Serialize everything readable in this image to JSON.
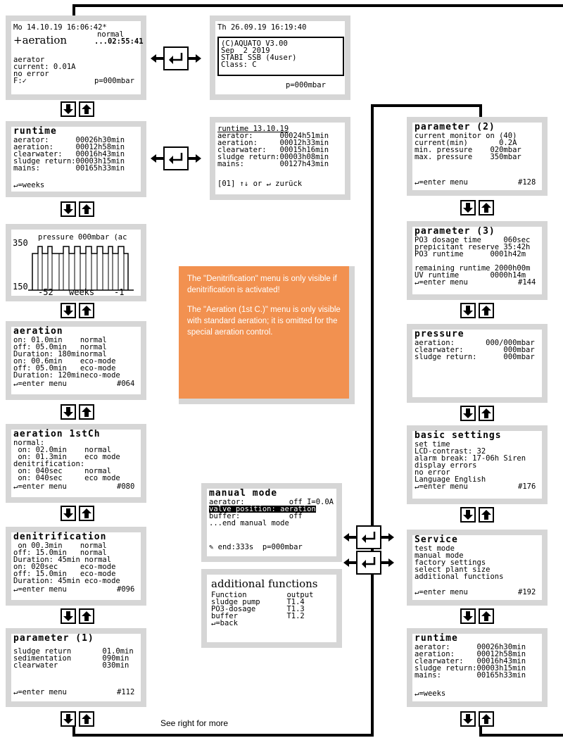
{
  "screens": {
    "main": [
      "Mo 14.10.19 16:06:42*",
      "normal",
      "...02:55:41",
      "aerator",
      "current: 0.01A",
      "no error",
      "F:✓",
      "p=000mbar"
    ],
    "main_title": "+aeration",
    "info": [
      "Th 26.09.19 16:19:40",
      "(C)AQUATO V3.00",
      "Sep  2 2019",
      "STABI SSB (4user)",
      "Class: C",
      "p=000mbar"
    ],
    "runtime1": {
      "title": "runtime",
      "lines": [
        "aerator:      00026h30min",
        "aeration:     00012h58min",
        "clearwater:   00016h43min",
        "sludge return:00003h15min",
        "mains:        00165h33min"
      ],
      "footer": "↵=weeks"
    },
    "runtime_hist": {
      "title": "runtime 13.10.19",
      "lines": [
        "aerator:      00024h51min",
        "aeration:     00012h33min",
        "clearwater:   00015h16min",
        "sludge return:00003h08min",
        "mains:        00127h43min"
      ],
      "footer": "[01] ↑↓ or ↵ zurück"
    },
    "pressure_chart": {
      "top": "350",
      "bottom": "150",
      "label": "pressure 000mbar (ac",
      "xleft": "-52",
      "xmid": "weeks",
      "xright": "-1"
    },
    "aeration": {
      "title": "aeration",
      "lines": [
        "on: 01.0min    normal",
        "off: 05.0min   normal",
        "Duration: 180minormal",
        "on: 00.6min    eco-mode",
        "off: 05.0min   eco-mode",
        "Duration: 120mineco-mode"
      ],
      "footer_l": "↵=enter menu",
      "footer_r": "#064"
    },
    "aeration1st": {
      "title": "aeration 1stCh",
      "lines": [
        "normal:",
        " on: 02.0min    normal",
        " on: 01.3min    eco mode",
        "denitrification:",
        " on: 040sec     normal",
        " on: 040sec     eco mode"
      ],
      "footer_l": "↵=enter menu",
      "footer_r": "#080"
    },
    "denitrification": {
      "title": "denitrification",
      "lines": [
        " on 00.3min    normal",
        "off: 15.0min   normal",
        "Duration: 45min normal",
        "on: 020sec     eco-mode",
        "off: 15.0min   eco-mode",
        "Duration: 45min eco-mode"
      ],
      "footer_l": "↵=enter menu",
      "footer_r": "#096"
    },
    "param1": {
      "title": "parameter (1)",
      "lines": [
        "sludge return       01.0min",
        "sedimentation       090min",
        "clearwater          030min"
      ],
      "footer_l": "↵=enter menu",
      "footer_r": "#112"
    },
    "param2": {
      "title": "parameter (2)",
      "lines": [
        "current monitor on (40)",
        "current(min)       0.2A",
        "min. pressure    020mbar",
        "max. pressure    350mbar"
      ],
      "footer_l": "↵=enter menu",
      "footer_r": "#128"
    },
    "param3": {
      "title": "parameter (3)",
      "lines": [
        "PO3 dosage time     060sec",
        "prepicitant reserve 35:42h",
        "PO3 runtime      0001h42m",
        "",
        "remaining runtime 2000h00m",
        "UV runtime       0000h14m"
      ],
      "footer_l": "↵=enter menu",
      "footer_r": "#144"
    },
    "pressure": {
      "title": "pressure",
      "lines": [
        "aeration:       000/000mbar",
        "clearwater:         000mbar",
        "sludge return:      000mbar"
      ]
    },
    "basic": {
      "title": "basic settings",
      "lines": [
        "set time",
        "LCD-contrast: 32",
        "alarm break: 17-06h Siren",
        "display errors",
        "no error",
        "Language English"
      ],
      "footer_l": "↵=enter menu",
      "footer_r": "#176"
    },
    "service": {
      "title": "Service",
      "lines": [
        "test mode",
        "manual mode",
        "factory settings",
        "select plant size",
        "additional functions"
      ],
      "footer_l": "↵=enter menu",
      "footer_r": "#192"
    },
    "runtime2": {
      "title": "runtime",
      "lines": [
        "aerator:      00026h30min",
        "aeration:     00012h58min",
        "clearwater:   00016h43min",
        "sludge return:00003h15min",
        "mains:        00165h33min"
      ],
      "footer": "↵=weeks"
    },
    "manual": {
      "title": "manual mode",
      "lines": [
        "aerator:          off I=0.0A",
        "valve position: aeration",
        "buffer:           off",
        "...end manual mode"
      ],
      "footer": "✎ end:333s  p=000mbar"
    },
    "additional": {
      "title": "additional functions",
      "lines": [
        "Function         output",
        "sludge pump      T1.4",
        "PO3-dosage       T1.3",
        "buffer           T1.2",
        "↵=back"
      ]
    }
  },
  "note": {
    "p1": "The \"Denitrification\" menu is only visible if denitrification is activated!",
    "p2": "The \"Aeration (1st C.)\" menu is only visible with standard aeration; it is omitted for the special aeration control."
  },
  "footer_note": "See right for more",
  "icons": {
    "down": "down-arrow-icon",
    "up": "up-arrow-icon",
    "enter": "enter-key-icon"
  }
}
